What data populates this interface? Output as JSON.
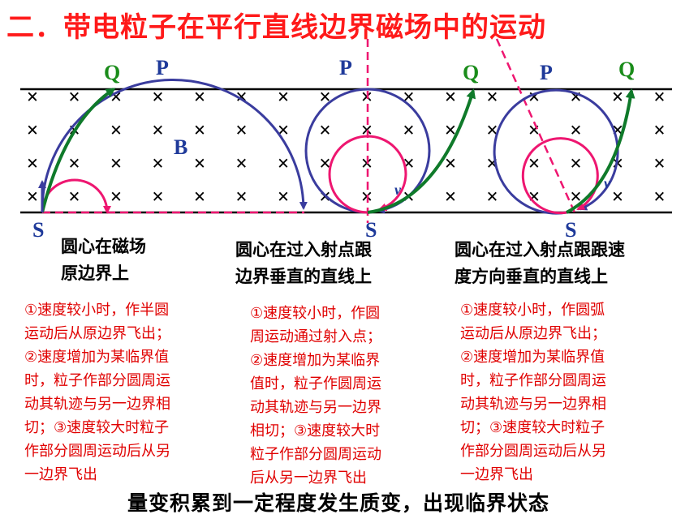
{
  "title": "二．带电粒子在平行直线边界磁场中的运动",
  "colors": {
    "title": "#ff1a1a",
    "description": "#e00000",
    "green_label": "#1a8c1a",
    "blue_label": "#1f3a9a",
    "green_track": "#0f7a2a",
    "blue_track": "#3a3c9e",
    "pink_track": "#ee1670",
    "dashed_line": "#ee1670"
  },
  "field_symbol": "×",
  "labels": {
    "q": "Q",
    "p": "P",
    "s": "S",
    "b": "B",
    "v": "v"
  },
  "cases": [
    {
      "heading_lines": [
        "圆心在磁场",
        "原边界上"
      ],
      "description_lines": [
        "①速度较小时，作半圆",
        "运动后从原边界飞出；",
        "②速度增加为某临界值",
        "时，粒子作部分圆周运",
        "动其轨迹与另一边界相",
        "切；③速度较大时粒子",
        "作部分圆周运动后从另",
        "一边界飞出"
      ]
    },
    {
      "heading_lines": [
        "圆心在过入射点跟",
        "边界垂直的直线上"
      ],
      "description_lines": [
        "①速度较小时，作圆",
        "周运动通过射入点；",
        "②速度增加为某临界",
        "值时，粒子作圆周运",
        "动其轨迹与另一边界",
        "相切；③速度较大时",
        "粒子作部分圆周运动",
        "后从另一边界飞出"
      ]
    },
    {
      "heading_lines": [
        "圆心在过入射点跟跟速",
        "度方向垂直的直线上"
      ],
      "description_lines": [
        "①速度较小时，作圆弧",
        "运动后从原边界飞出；",
        "②速度增加为某临界值",
        "时，粒子作部分圆周运",
        "动其轨迹与另一边界相",
        "切；③速度较大时粒子",
        "作部分圆周运动后从另",
        "一边界飞出"
      ]
    }
  ],
  "conclusion": "量变积累到一定程度发生质变，出现临界状态"
}
